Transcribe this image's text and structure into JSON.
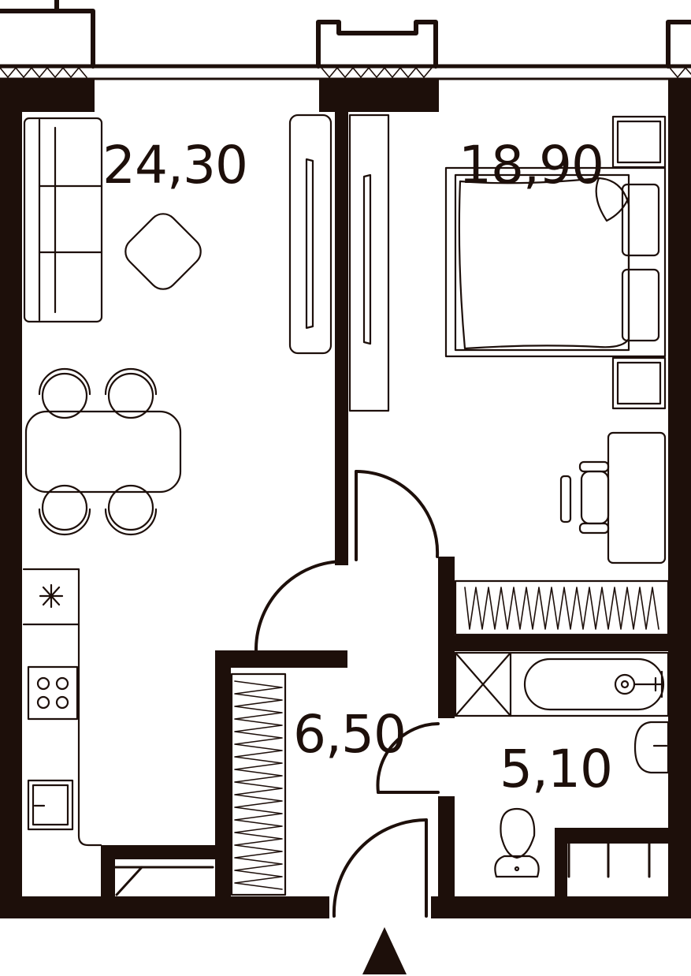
{
  "plan": {
    "colors": {
      "wall": "#1d0f0a",
      "background": "#ffffff"
    },
    "rooms": [
      {
        "id": "living-kitchen",
        "area": "24,30"
      },
      {
        "id": "bedroom",
        "area": "18,90"
      },
      {
        "id": "hall",
        "area": "6,50"
      },
      {
        "id": "bathroom",
        "area": "5,10"
      }
    ],
    "entrance_marker": "triangle-up-icon"
  }
}
